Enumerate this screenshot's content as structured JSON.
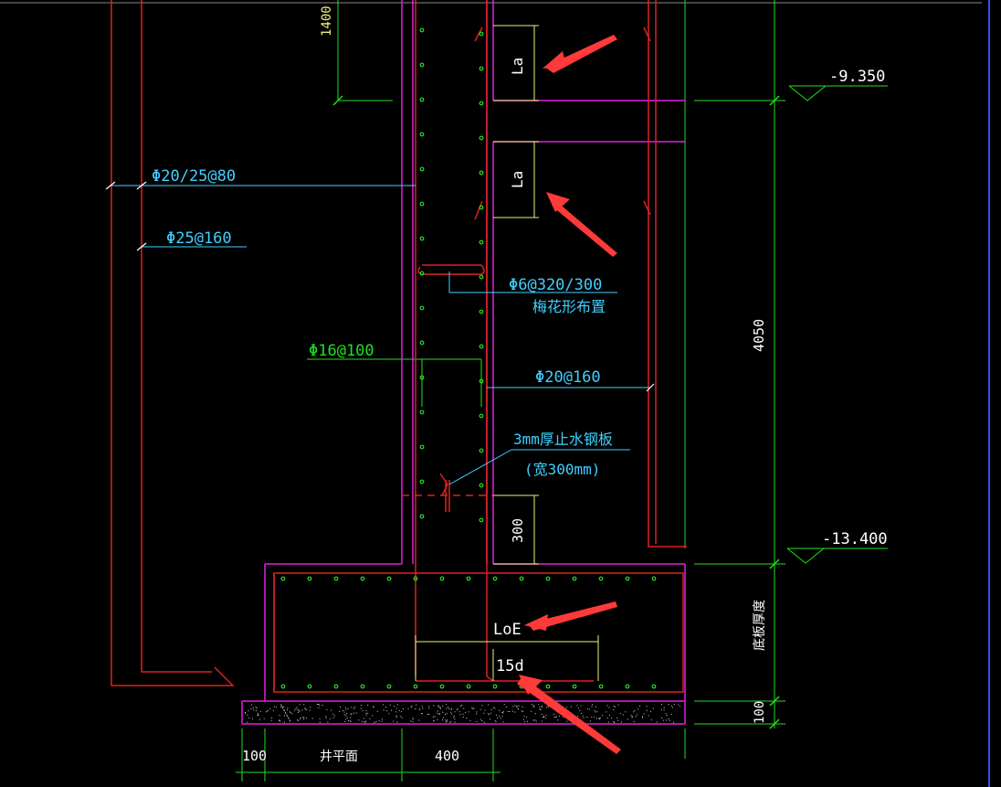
{
  "colors": {
    "background": "#000000",
    "magenta": "#e020e0",
    "red": "#e02020",
    "green": "#20e020",
    "cyan": "#40d0ff",
    "yellow": "#f0f080",
    "white": "#ffffff",
    "arrow": "#ff3a3a",
    "rightEdge": "#3050ff"
  },
  "dimensions": {
    "d1400": "1400",
    "la_top": "La",
    "la_mid": "La",
    "d300": "300",
    "d4050": "4050",
    "slab_thickness": "底板厚度",
    "d100_right": "100",
    "d100_bottom": "100",
    "d400_bottom": "400",
    "well_plane": "井平面"
  },
  "elevations": {
    "upper": "-9.350",
    "lower": "-13.400"
  },
  "rebar": {
    "r1": "Φ20/25@80",
    "r2": "Φ25@160",
    "r3": "Φ6@320/300",
    "r3_note": "梅花形布置",
    "r4": "Φ16@100",
    "r5": "Φ20@160",
    "plate": "3mm厚止水钢板",
    "plate_width": "(宽300mm)"
  },
  "anchorage": {
    "loe": "LoE",
    "d15": "15d"
  }
}
